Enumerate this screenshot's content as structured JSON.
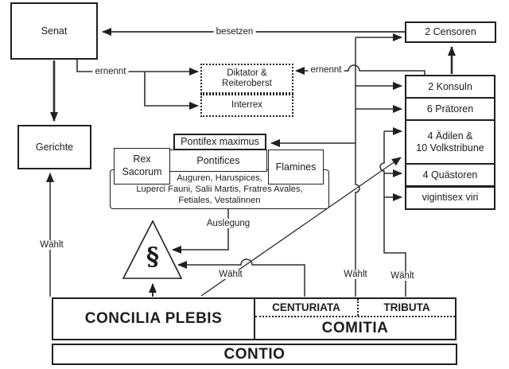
{
  "colors": {
    "ink": "#1f1f1f",
    "background": "#ffffff"
  },
  "nodes": {
    "senat": "Senat",
    "gerichte": "Gerichte",
    "censoren": "2 Censoren",
    "diktator_line1": "Diktator &",
    "diktator_line2": "Reiteroberst",
    "interrex": "Interrex",
    "konsuln": "2 Konsuln",
    "praetoren": "6 Prätoren",
    "aedilen_line1": "4 Ädilen &",
    "aedilen_line2": "10 Volkstribune",
    "quaestoren": "4 Quästoren",
    "vigintisex": "vigintisex viri",
    "pontifex_maximus": "Pontifex maximus",
    "pontifices": "Pontifices",
    "rex_line1": "Rex",
    "rex_line2": "Sacorum",
    "flamines": "Flamines",
    "priests_line1": "Auguren, Haruspices,",
    "priests_line2": "Luperci Fauni, Salii Martis, Fratres Avales,",
    "priests_line3": "Fetiales, Vestalinnen",
    "paragraph_sign": "§"
  },
  "assemblies": {
    "concilia_plebis": "CONCILIA PLEBIS",
    "centuriata": "CENTURIATA",
    "tributa": "TRIBUTA",
    "comitia": "COMITIA",
    "contio": "CONTIO"
  },
  "edge_labels": {
    "besetzen": "besetzen",
    "ernennt_senat": "ernennt",
    "ernennt_konsuln": "ernennt",
    "auslegung": "Auslegung",
    "waehlt_gerichte": "Wählt",
    "waehlt_triangle": "Wählt",
    "waehlt_centuriata": "Wählt",
    "waehlt_tributa": "Wählt"
  }
}
